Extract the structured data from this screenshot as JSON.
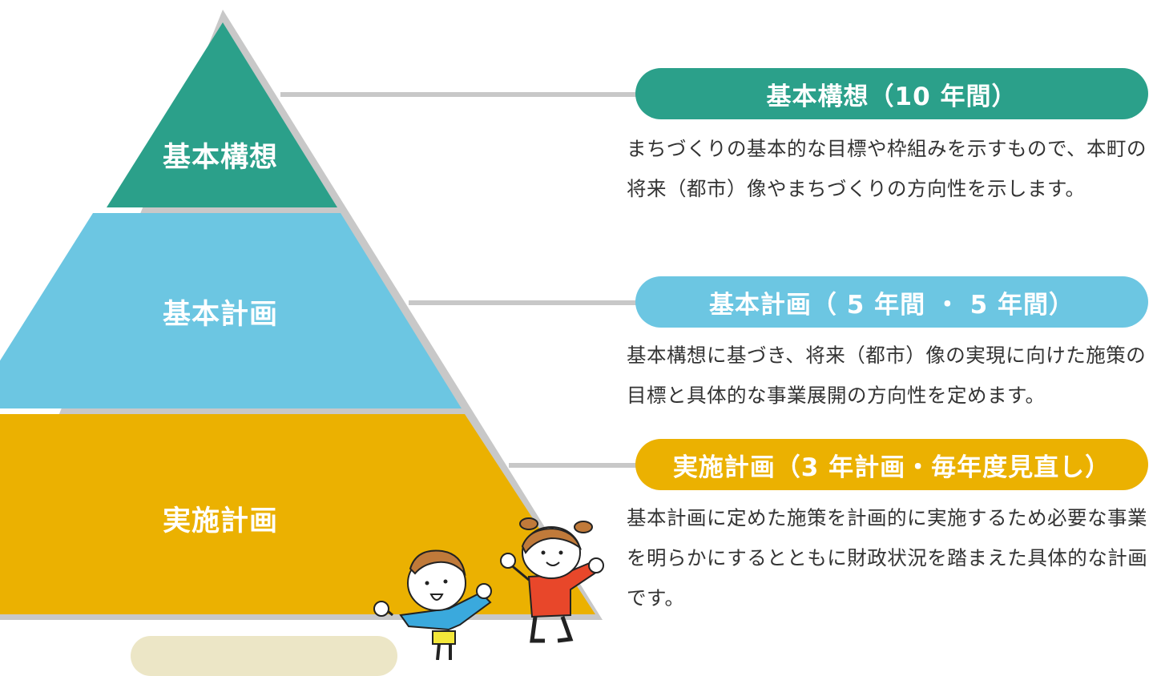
{
  "colors": {
    "kihon_kousou": "#2ba08a",
    "kihon_keikaku": "#6cc6e2",
    "jisshi_keikaku": "#ebb101",
    "border": "#c8c8c8",
    "text": "#333333"
  },
  "tiers": [
    {
      "pyramid_label": "基本構想",
      "heading": "基本構想（10 年間）",
      "description": "まちづくりの基本的な目標や枠組みを示すもので、本町の将来（都市）像やまちづくりの方向性を示します。"
    },
    {
      "pyramid_label": "基本計画",
      "heading": "基本計画（ 5 年間 ・ 5 年間）",
      "description": "基本構想に基づき、将来（都市）像の実現に向けた施策の目標と具体的な事業展開の方向性を定めます。"
    },
    {
      "pyramid_label": "実施計画",
      "heading": "実施計画（3 年計画・毎年度見直し）",
      "description": "基本計画に定めた施策を計画的に実施するため必要な事業を明らかにするとともに財政状況を踏まえた具体的な計画です。"
    }
  ],
  "illustration": "two-children-cheering"
}
